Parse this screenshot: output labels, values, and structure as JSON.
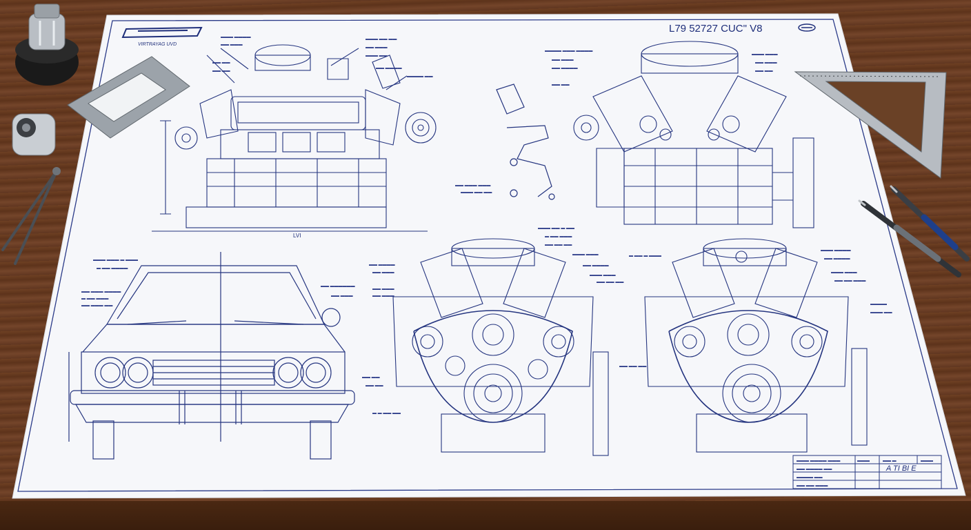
{
  "sheet": {
    "title": "L79 52727 CUC\" V8",
    "logo_caption": "VIRTRAYAG UVD",
    "dimension_mark": "LVI",
    "title_block_code": "A TI BI E"
  },
  "colors": {
    "ink": "#1e2e7a",
    "paper": "#f7f8fb",
    "desk": "#6b3f22"
  },
  "objects": [
    {
      "name": "ink-bottle",
      "kind": "tool"
    },
    {
      "name": "set-square",
      "kind": "tool"
    },
    {
      "name": "pencil-sharpener",
      "kind": "tool"
    },
    {
      "name": "drafting-compass",
      "kind": "tool"
    },
    {
      "name": "triangle-ruler",
      "kind": "tool"
    },
    {
      "name": "mechanical-pencil",
      "kind": "tool"
    },
    {
      "name": "ballpoint-pen",
      "kind": "tool"
    }
  ]
}
